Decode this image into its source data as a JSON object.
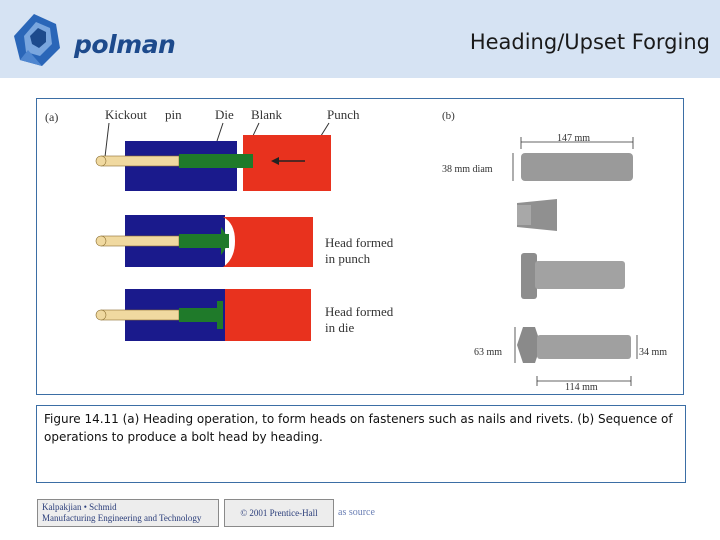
{
  "header": {
    "logo_text": "polman",
    "title": "Heading/Upset Forging"
  },
  "figure": {
    "panel_a": {
      "label": "(a)",
      "labels": [
        "Kickout",
        "pin",
        "Die",
        "Blank",
        "Punch"
      ],
      "step2_text": [
        "Head formed",
        "in punch"
      ],
      "step3_text": [
        "Head formed",
        "in die"
      ]
    },
    "panel_b": {
      "label": "(b)",
      "length_top": "147 mm",
      "diameter_top": "38 mm diam",
      "head_height": "63 mm",
      "shank_diameter": "34 mm",
      "bolt_length": "114 mm"
    }
  },
  "caption": "Figure 14.11 (a) Heading operation, to form heads on fasteners such as nails and rivets. (b) Sequence of operations to produce a bolt head by heading.",
  "footer": {
    "credit_line1": "Kalpakjian • Schmid",
    "credit_line2": "Manufacturing Engineering and Technology",
    "copyright": "© 2001 Prentice-Hall",
    "source": "as source"
  },
  "colors": {
    "header_bg": "#d6e3f3",
    "die_blue": "#1a1a8c",
    "punch_red": "#e8321e",
    "blank_green": "#1f7a2a",
    "pin_tan": "#f0d9a0"
  }
}
